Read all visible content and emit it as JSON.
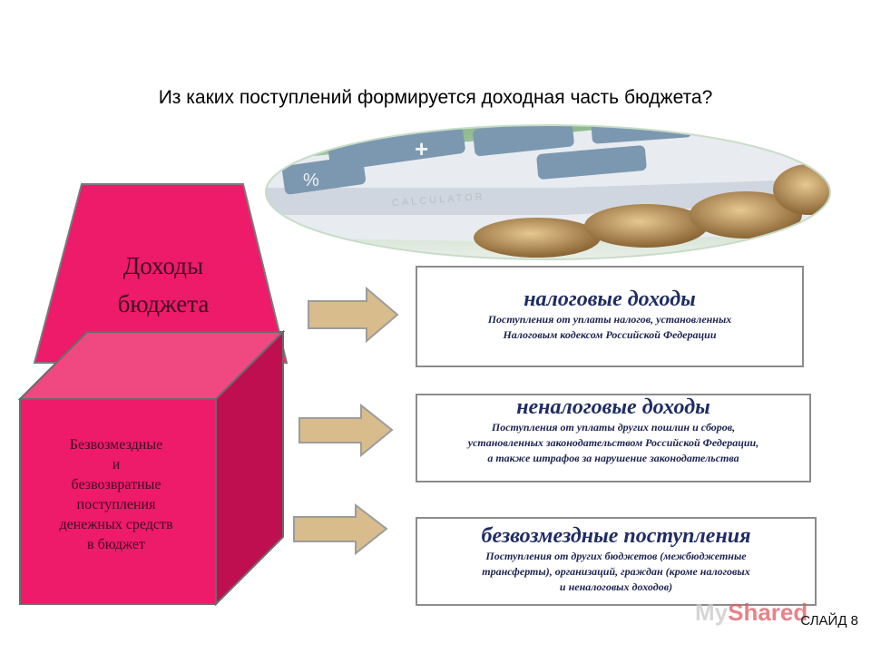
{
  "title": "Из каких поступлений формируется доходная часть бюджета?",
  "left": {
    "income_lines": [
      "Доходы",
      "бюджета"
    ],
    "free_lines": [
      "Безвозмездные",
      "и",
      "безвозвратные",
      "поступления",
      "денежных средств",
      "в бюджет"
    ]
  },
  "boxes": [
    {
      "heading": "налоговые доходы",
      "lines": [
        "Поступления от уплаты налогов, установленных",
        "Налоговым кодексом Российской Федерации"
      ]
    },
    {
      "heading": "неналоговые доходы",
      "lines": [
        "Поступления от уплаты других пошлин и сборов,",
        "установленных законодательством Российской Федерации,",
        "а также штрафов за нарушение законодательства"
      ]
    },
    {
      "heading": "безвозмездные поступления",
      "lines": [
        "Поступления от других бюджетов (межбюджетные",
        "трансферты), организаций, граждан (кроме налоговых",
        "и неналоговых доходов)"
      ]
    }
  ],
  "photo": {
    "key_labels": [
      "+",
      "%",
      "CALCULATOR"
    ]
  },
  "slide_label": "СЛАЙД 8",
  "watermark": {
    "text_a": "My",
    "text_b": "Shared"
  },
  "colors": {
    "pink": "#ee1a6a",
    "pink_dark": "#b8104e",
    "arrow": "#d6b98a",
    "box_heading": "#1f2d63"
  }
}
